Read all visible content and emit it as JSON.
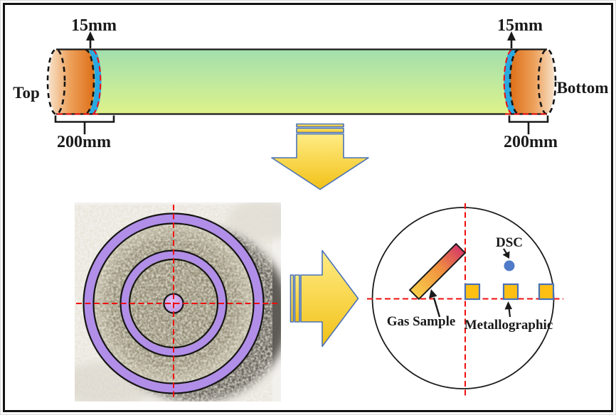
{
  "figure": {
    "billet": {
      "left_end_label": "Top",
      "right_end_label": "Bottom",
      "left_cut_thickness": "15mm",
      "right_cut_thickness": "15mm",
      "left_section_length": "200mm",
      "right_section_length": "200mm"
    },
    "cross_section_diagram": {
      "gas_sample_label": "Gas Sample",
      "metallographic_label": "Metallographic",
      "dsc_label": "DSC"
    },
    "colors": {
      "body_green_top": "#a3deac",
      "body_green_bottom": "#def289",
      "end_orange_dark": "#dd6f16",
      "end_orange_light": "#f7e1c8",
      "cut_band_blue": "#2aa9e0",
      "crosshair_red": "#f20d0d",
      "ring_purple": "#b18ee8",
      "center_dot_purple": "#c79ae6",
      "arrow_gold": "#f5c61b",
      "arrow_outline_blue": "#4a72b8",
      "metallographic_square_fill": "#ffc013",
      "dsc_dot_blue": "#4f7bc9",
      "dsc_dot_stroke": "#3c67b4",
      "gas_sample_gradient": [
        "#f8cf4a",
        "#f0913f",
        "#d63a67"
      ],
      "frame_black": "#141414"
    }
  }
}
